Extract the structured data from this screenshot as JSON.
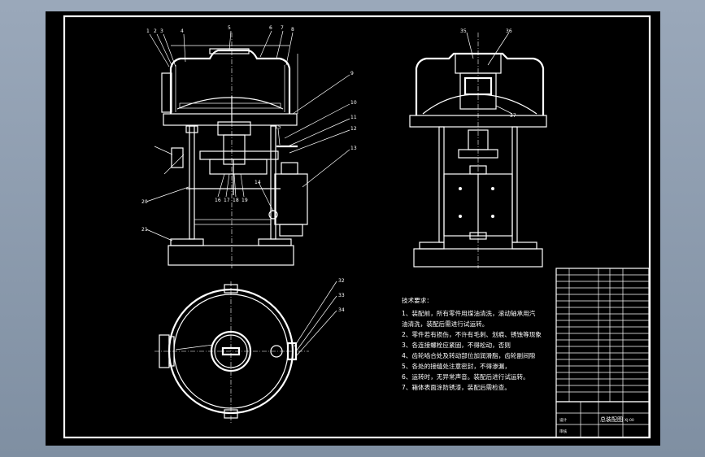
{
  "drawing": {
    "part_labels_front": [
      "1",
      "2",
      "3",
      "4",
      "5",
      "6",
      "7",
      "8",
      "9",
      "10",
      "11",
      "12",
      "13",
      "14",
      "15",
      "16",
      "17",
      "18",
      "19",
      "20",
      "21"
    ],
    "part_labels_side": [
      "35",
      "36",
      "37"
    ],
    "part_labels_top": [
      "32",
      "33",
      "34"
    ],
    "notes": {
      "title": "技术要求：",
      "lines": [
        "1、装配前，所有零件用煤油清洗，滚动轴承用汽",
        "油清洗，装配后需进行试运转。",
        "2、零件若有损伤，不许有毛刺、划痕、锈蚀等现象",
        "3、各连接螺栓应紧固，不得松动，否则",
        "4、齿轮啮合处及转动部位加润滑脂，齿轮副间隙",
        "5、各处的接缝处注意密封，不得渗漏，",
        "6、运转时，无异常声音。装配后进行试运转。",
        "7、箱体表面涂防锈漆，装配后需检查。"
      ]
    },
    "title_block": {
      "name": "总装配图",
      "drawing_no": "XJ-00",
      "designer": "设计",
      "checker": "审核"
    }
  }
}
